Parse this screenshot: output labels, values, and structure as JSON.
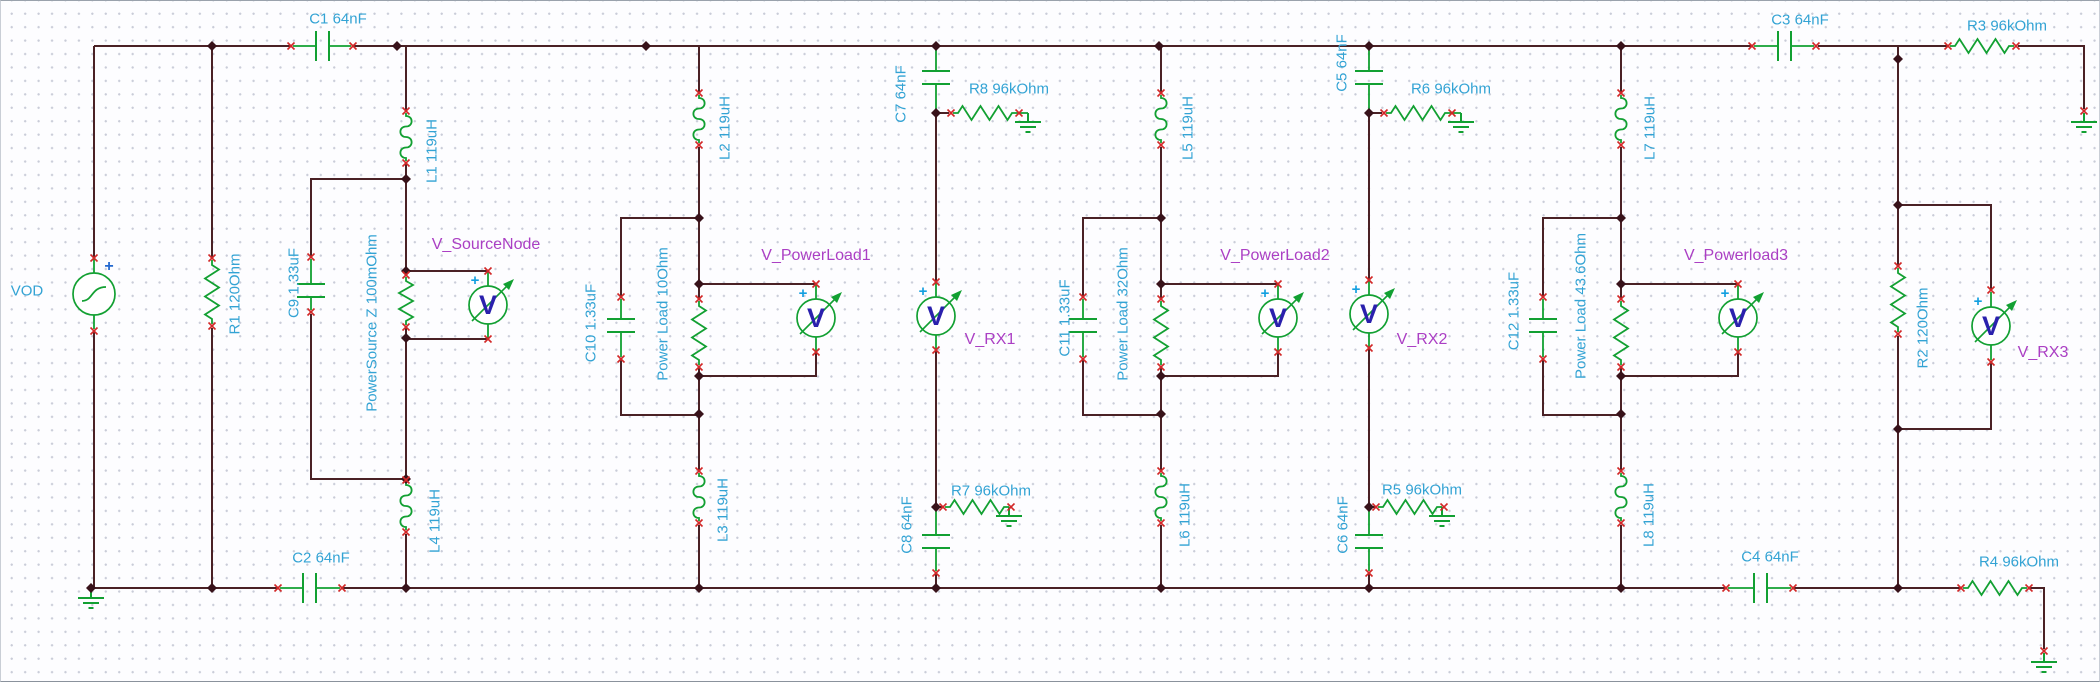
{
  "app": {
    "view": "schematic-editor-canvas",
    "colors": {
      "wire": "#4a2125",
      "component": "#12a032",
      "component_label": "#33a3d4",
      "meter_label": "#ab3fc4",
      "meter_glyph": "#2b21ad",
      "terminal_marker": "#d22828",
      "junction": "#38121a",
      "grid_dot": "#c9ccd8",
      "background": "#fdfdff"
    }
  },
  "glyphs": {
    "meter": "V",
    "plus": "+"
  },
  "labels": {
    "VOD": "VOD",
    "R1": "R1 120Ohm",
    "R2": "R2 120Ohm",
    "R3": "R3 96kOhm",
    "R4": "R4 96kOhm",
    "R5": "R5 96kOhm",
    "R6": "R6 96kOhm",
    "R7": "R7 96kOhm",
    "R8": "R8 96kOhm",
    "C1": "C1 64nF",
    "C2": "C2 64nF",
    "C3": "C3 64nF",
    "C4": "C4 64nF",
    "C5": "C5 64nF",
    "C6": "C6 64nF",
    "C7": "C7 64nF",
    "C8": "C8 64nF",
    "C9": "C9 1.33uF",
    "C10": "C10 1.33uF",
    "C11": "C11 1.33uF",
    "C12": "C12 1.33uF",
    "L1": "L1 119uH",
    "L2": "L2 119uH",
    "L3": "L3 119uH",
    "L4": "L4 119uH",
    "L5": "L5 119uH",
    "L6": "L6 119uH",
    "L7": "L7 119uH",
    "L8": "L8 119uH",
    "PSZ": "PowerSource Z 100mOhm",
    "PL1": "Power Load 10Ohm",
    "PL2": "Power Load 32Ohm",
    "PL3": "Power Load 43.6Ohm",
    "VSN": "V_SourceNode",
    "VPL1": "V_PowerLoad1",
    "VPL2": "V_PowerLoad2",
    "VPL3": "V_Powerload3",
    "VRX1": "V_RX1",
    "VRX2": "V_RX2",
    "VRX3": "V_RX3"
  },
  "components": [
    {
      "id": "VOD",
      "type": "voltage-source",
      "value": "VOD"
    },
    {
      "id": "R1",
      "type": "resistor",
      "value": "120Ohm"
    },
    {
      "id": "R2",
      "type": "resistor",
      "value": "120Ohm"
    },
    {
      "id": "R3",
      "type": "resistor",
      "value": "96kOhm"
    },
    {
      "id": "R4",
      "type": "resistor",
      "value": "96kOhm"
    },
    {
      "id": "R5",
      "type": "resistor",
      "value": "96kOhm"
    },
    {
      "id": "R6",
      "type": "resistor",
      "value": "96kOhm"
    },
    {
      "id": "R7",
      "type": "resistor",
      "value": "96kOhm"
    },
    {
      "id": "R8",
      "type": "resistor",
      "value": "96kOhm"
    },
    {
      "id": "C1",
      "type": "capacitor",
      "value": "64nF"
    },
    {
      "id": "C2",
      "type": "capacitor",
      "value": "64nF"
    },
    {
      "id": "C3",
      "type": "capacitor",
      "value": "64nF"
    },
    {
      "id": "C4",
      "type": "capacitor",
      "value": "64nF"
    },
    {
      "id": "C5",
      "type": "capacitor",
      "value": "64nF"
    },
    {
      "id": "C6",
      "type": "capacitor",
      "value": "64nF"
    },
    {
      "id": "C7",
      "type": "capacitor",
      "value": "64nF"
    },
    {
      "id": "C8",
      "type": "capacitor",
      "value": "64nF"
    },
    {
      "id": "C9",
      "type": "capacitor",
      "value": "1.33uF"
    },
    {
      "id": "C10",
      "type": "capacitor",
      "value": "1.33uF"
    },
    {
      "id": "C11",
      "type": "capacitor",
      "value": "1.33uF"
    },
    {
      "id": "C12",
      "type": "capacitor",
      "value": "1.33uF"
    },
    {
      "id": "L1",
      "type": "inductor",
      "value": "119uH"
    },
    {
      "id": "L2",
      "type": "inductor",
      "value": "119uH"
    },
    {
      "id": "L3",
      "type": "inductor",
      "value": "119uH"
    },
    {
      "id": "L4",
      "type": "inductor",
      "value": "119uH"
    },
    {
      "id": "L5",
      "type": "inductor",
      "value": "119uH"
    },
    {
      "id": "L6",
      "type": "inductor",
      "value": "119uH"
    },
    {
      "id": "L7",
      "type": "inductor",
      "value": "119uH"
    },
    {
      "id": "L8",
      "type": "inductor",
      "value": "119uH"
    },
    {
      "id": "PowerSource Z",
      "type": "resistor",
      "value": "100mOhm"
    },
    {
      "id": "Power Load 1",
      "type": "resistor",
      "value": "10Ohm"
    },
    {
      "id": "Power Load 2",
      "type": "resistor",
      "value": "32Ohm"
    },
    {
      "id": "Power Load 3",
      "type": "resistor",
      "value": "43.6Ohm"
    },
    {
      "id": "V_SourceNode",
      "type": "voltmeter"
    },
    {
      "id": "V_PowerLoad1",
      "type": "voltmeter"
    },
    {
      "id": "V_PowerLoad2",
      "type": "voltmeter"
    },
    {
      "id": "V_Powerload3",
      "type": "voltmeter"
    },
    {
      "id": "V_RX1",
      "type": "voltmeter"
    },
    {
      "id": "V_RX2",
      "type": "voltmeter"
    },
    {
      "id": "V_RX3",
      "type": "voltmeter"
    }
  ]
}
